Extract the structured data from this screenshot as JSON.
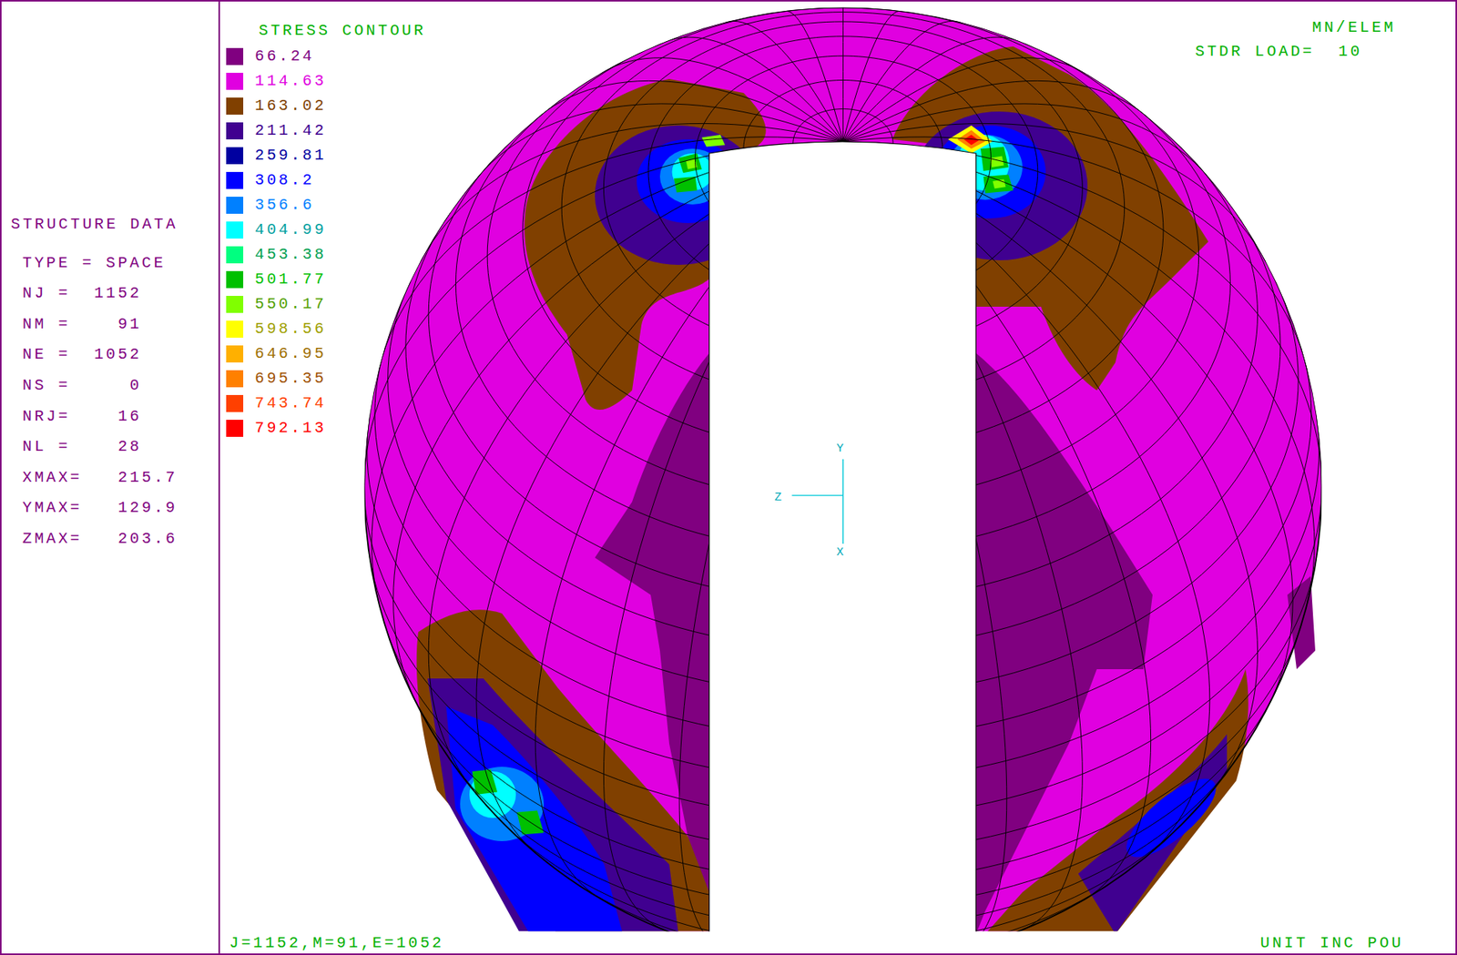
{
  "diagram": {
    "title": "STRESS CONTOUR",
    "labels": [
      "MN/ELEM",
      "STDR LOAD=  10",
      "STRUCTURE DATA",
      "TYPE = SPACE",
      "NJ =  1152",
      "NM =    91",
      "NE =  1052",
      "NS =     0",
      "NRJ=    16",
      "NL =    28",
      "XMAX=   215.7",
      "YMAX=   129.9",
      "ZMAX=   203.6",
      "Y",
      "Z",
      "X",
      "J=1152,M=91,E=1052",
      "UNIT INC POU"
    ],
    "legend": [
      {
        "text": "66.24",
        "color": "#800080"
      },
      {
        "text": "114.63",
        "color": "#e000e0"
      },
      {
        "text": "163.02",
        "color": "#804000"
      },
      {
        "text": "211.42",
        "color": "#400090"
      },
      {
        "text": "259.81",
        "color": "#0000a0"
      },
      {
        "text": "308.2",
        "color": "#0000ff"
      },
      {
        "text": "356.6",
        "color": "#0080ff"
      },
      {
        "text": "404.99",
        "color": "#00ffff"
      },
      {
        "text": "453.38",
        "color": "#00ff80"
      },
      {
        "text": "501.77",
        "color": "#00c000"
      },
      {
        "text": "550.17",
        "color": "#80ff00"
      },
      {
        "text": "598.56",
        "color": "#ffff00"
      },
      {
        "text": "646.95",
        "color": "#ffb000"
      },
      {
        "text": "695.35",
        "color": "#ff8000"
      },
      {
        "text": "743.74",
        "color": "#ff4000"
      },
      {
        "text": "792.13",
        "color": "#ff0000"
      }
    ]
  }
}
